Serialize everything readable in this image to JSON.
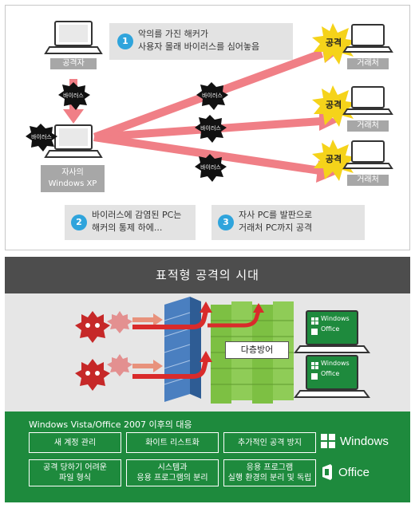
{
  "top": {
    "attacker_label": "공격자",
    "virus_label": "바이러스",
    "company_label_line1": "자사의",
    "company_label_line2": "Windows XP",
    "attack_label": "공격",
    "partner_label": "거래처",
    "steps": [
      {
        "num": "1",
        "line1": "악의를 가진 해커가",
        "line2": "사용자 몰래 바이러스를 심어놓음"
      },
      {
        "num": "2",
        "line1": "바이러스에 감염된 PC는",
        "line2": "해커의 통제 하에..."
      },
      {
        "num": "3",
        "line1": "자사 PC를 발판으로",
        "line2": "거래처 PC까지 공격"
      }
    ],
    "colors": {
      "arrow": "#f07f86",
      "burst": "#f5d31a",
      "virus": "#111111",
      "label_bg": "#a7a7a7",
      "callout_bg": "#e3e3e3",
      "step_num": "#2fa4dc"
    }
  },
  "bottom": {
    "title": "표적형 공격의 시대",
    "defense_label": "다층방어",
    "windows_badge": "Windows",
    "office_badge": "Office",
    "band_title": "Windows Vista/Office 2007 이후의 대응",
    "features_row1": [
      "새 계정 관리",
      "화이트 리스트화",
      "추가적인 공격 방지"
    ],
    "features_row2": [
      {
        "line1": "공격 당하기 어려운",
        "line2": "파일 형식"
      },
      {
        "line1": "시스템과",
        "line2": "응용 프로그램의 분리"
      },
      {
        "line1": "응용 프로그램",
        "line2": "실행 환경의 분리 및 독립"
      }
    ],
    "brand_windows": "Windows",
    "brand_office": "Office",
    "colors": {
      "title_bg": "#4d4d4d",
      "green_band": "#1e8a3d",
      "wall_blue": "#4a7fc0",
      "wall_green": "#7dc043",
      "attacker_red": "#c62828",
      "arrow_red": "#d92b2b"
    }
  }
}
